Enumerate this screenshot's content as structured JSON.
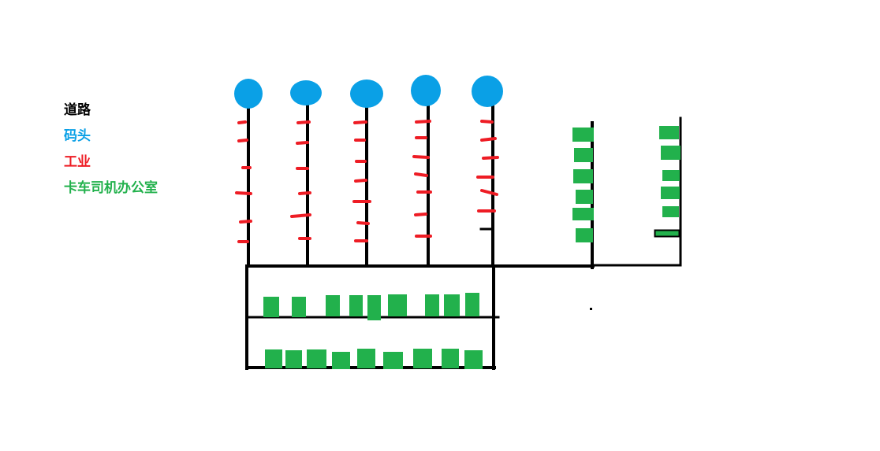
{
  "legend": {
    "road": {
      "label": "道路",
      "color": "#000000"
    },
    "dock": {
      "label": "码头",
      "color": "#0aa0e6"
    },
    "industry": {
      "label": "工业",
      "color": "#ee1c24"
    },
    "truck_office": {
      "label": "卡车司机办公室",
      "color": "#22b14c"
    }
  }
}
